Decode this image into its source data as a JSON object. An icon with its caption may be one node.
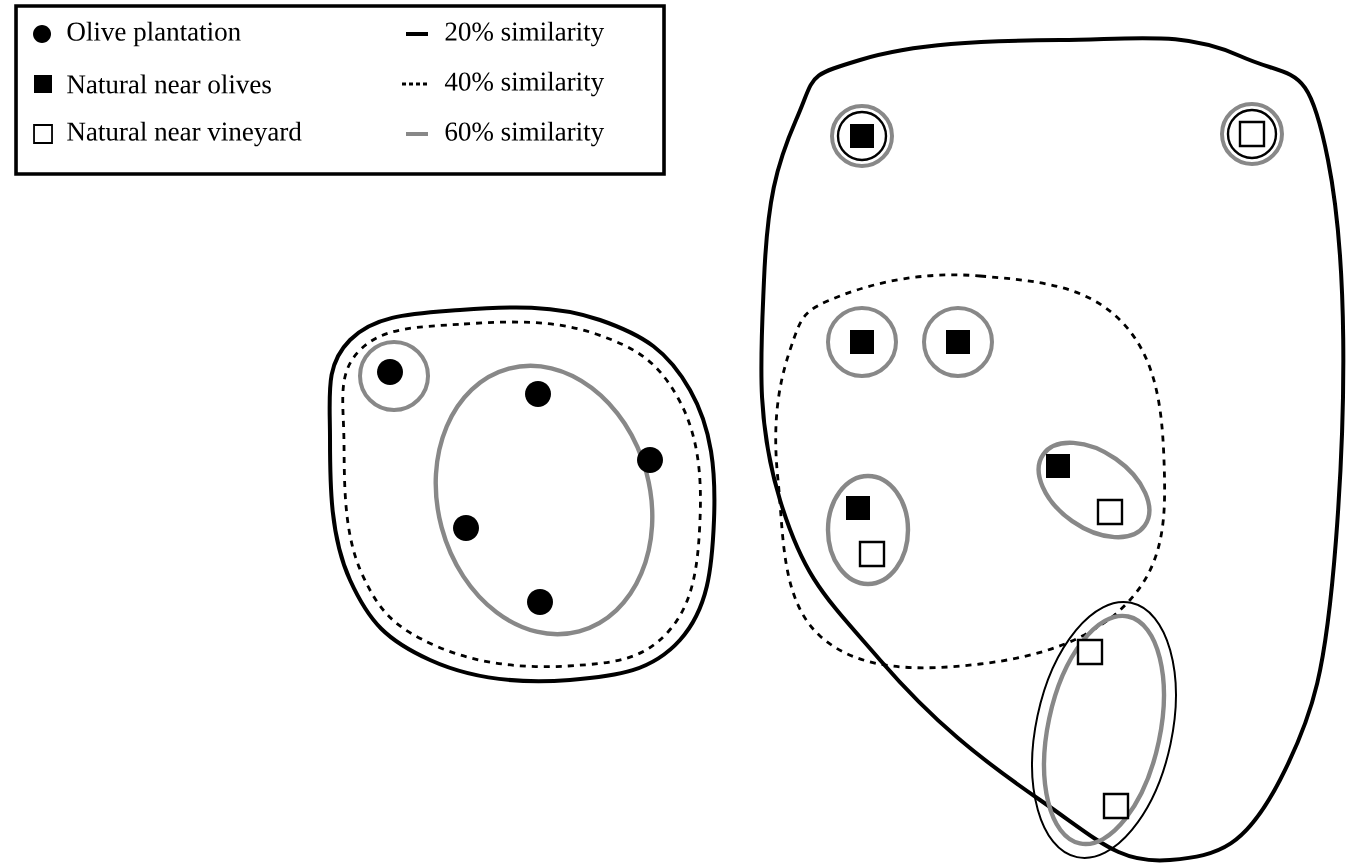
{
  "diagram": {
    "legend": [
      {
        "text": "Olive plantation"
      },
      {
        "text": "Natural near olives"
      },
      {
        "text": "Natural near vineyard"
      },
      {
        "text": "20% similarity"
      },
      {
        "text": "40% similarity"
      },
      {
        "text": "60% similarity"
      }
    ]
  }
}
